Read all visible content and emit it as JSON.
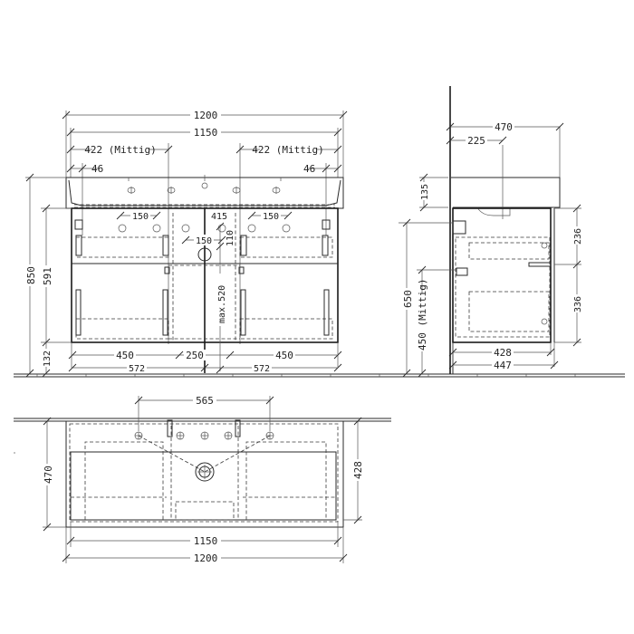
{
  "drawing": {
    "subject": "Double basin vanity unit – dimension drawing",
    "front_view": {
      "dims": {
        "overall_width": "1200",
        "basin_width": "1150",
        "tap_center_left": "422 (Mittig)",
        "tap_center_right": "422 (Mittig)",
        "edge_left": "46",
        "edge_right": "46",
        "hole_spacing_left": "150",
        "hole_spacing_right": "150",
        "center_offset": "415",
        "hole_spacing_center": "150",
        "siphon_height": "110",
        "max_height": "max.520",
        "total_height": "850",
        "cabinet_height": "591",
        "floor_gap": "132",
        "drawer_width_left": "450",
        "middle_gap": "250",
        "drawer_width_right": "450",
        "half_width_left": "572",
        "half_width_right": "572"
      }
    },
    "side_view": {
      "dims": {
        "depth_overall": "470",
        "tap_depth": "225",
        "basin_height": "135",
        "mount_height": "650",
        "center_height": "450 (Mittig)",
        "upper_drawer": "236",
        "lower_drawer": "336",
        "cabinet_depth_inner": "428",
        "cabinet_depth_outer": "447"
      }
    },
    "plan_view": {
      "dims": {
        "tap_spacing": "565",
        "depth_left": "470",
        "depth_right": "428",
        "inner_width": "1150",
        "outer_width": "1200"
      }
    },
    "colors": {
      "line": "#2a2a2a",
      "background": "#ffffff"
    }
  }
}
